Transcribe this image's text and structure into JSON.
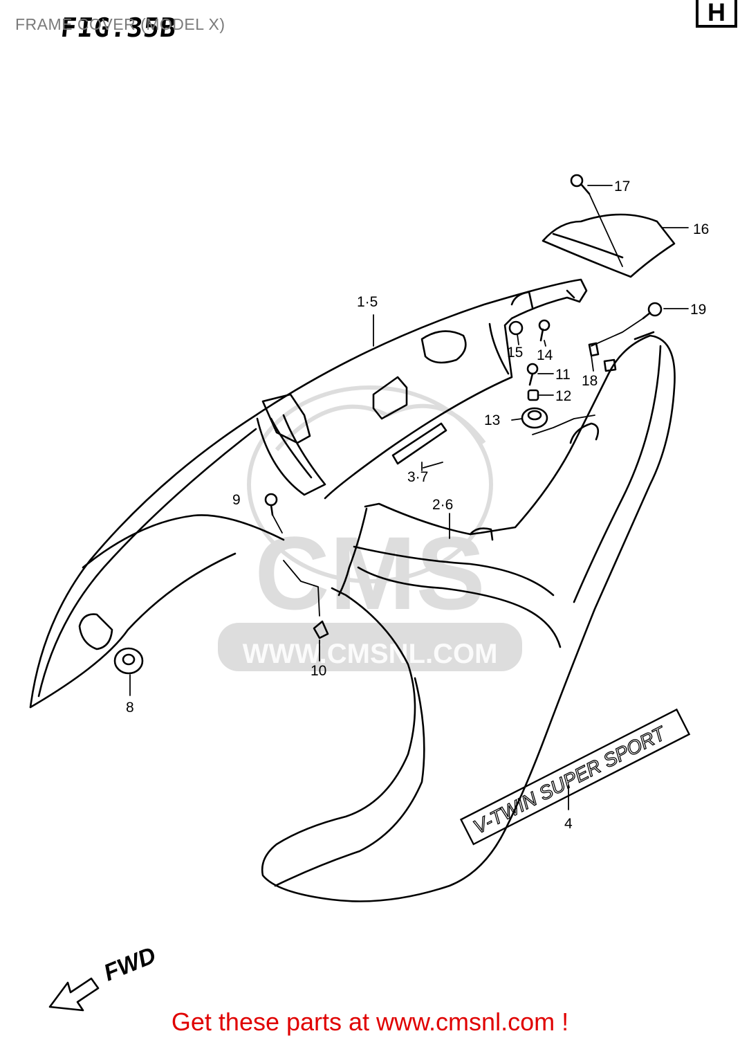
{
  "caption": "FRAME COVER (MODEL X)",
  "figure_title": "FIG.35B",
  "section_letter": "H",
  "watermark": "WWW.CMSNL.COM",
  "decal_text": "V-TWIN SUPER SPORT",
  "fwd_label": "FWD",
  "footer": "Get these parts at www.cmsnl.com !",
  "callouts": {
    "c15a": "1·5",
    "c26": "2·6",
    "c37": "3·7",
    "c4": "4",
    "c8": "8",
    "c9": "9",
    "c10": "10",
    "c11": "11",
    "c12": "12",
    "c13": "13",
    "c14": "14",
    "c15": "15",
    "c16": "16",
    "c17": "17",
    "c18": "18",
    "c19": "19"
  }
}
